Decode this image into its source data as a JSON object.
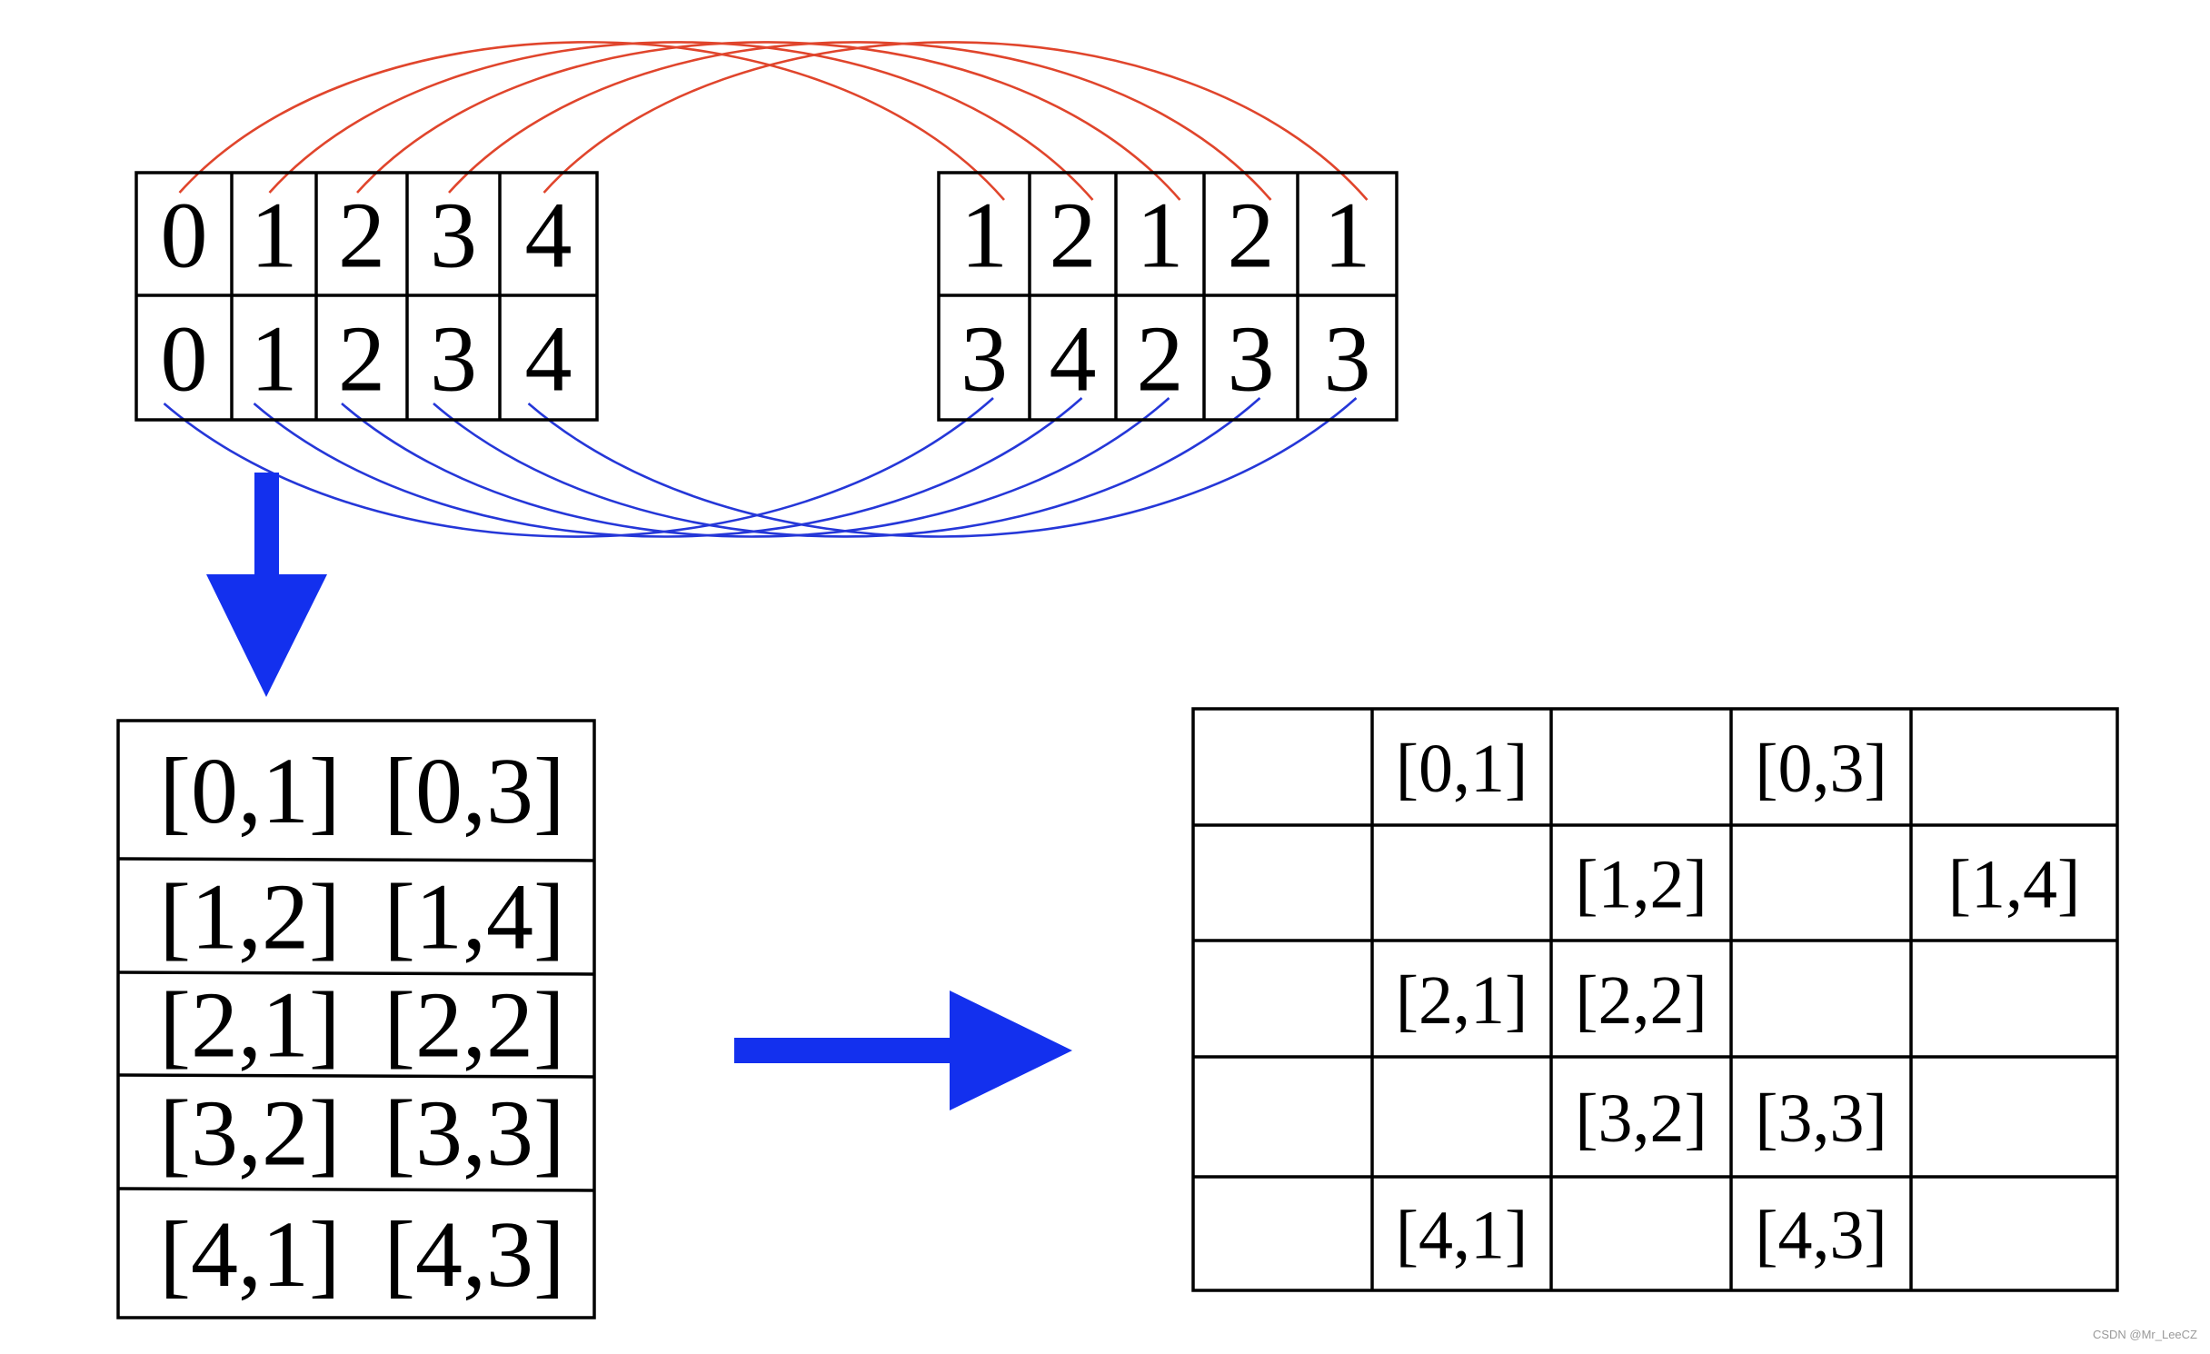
{
  "watermark": "CSDN @Mr_LeeCZ",
  "left_array": {
    "top_row": [
      "0",
      "1",
      "2",
      "3",
      "4"
    ],
    "bottom_row": [
      "0",
      "1",
      "2",
      "3",
      "4"
    ]
  },
  "right_array": {
    "top_row": [
      "1",
      "2",
      "1",
      "2",
      "1"
    ],
    "bottom_row": [
      "3",
      "4",
      "2",
      "3",
      "3"
    ]
  },
  "pair_list": [
    [
      "[0,1]",
      "[0,3]"
    ],
    [
      "[1,2]",
      "[1,4]"
    ],
    [
      "[2,1]",
      "[2,2]"
    ],
    [
      "[3,2]",
      "[3,3]"
    ],
    [
      "[4,1]",
      "[4,3]"
    ]
  ],
  "grid": [
    [
      "",
      "[0,1]",
      "",
      "[0,3]",
      ""
    ],
    [
      "",
      "",
      "[1,2]",
      "",
      "[1,4]"
    ],
    [
      "",
      "[2,1]",
      "[2,2]",
      "",
      ""
    ],
    [
      "",
      "",
      "[3,2]",
      "[3,3]",
      ""
    ],
    [
      "",
      "[4,1]",
      "",
      "[4,3]",
      ""
    ]
  ],
  "colors": {
    "top_links": "#e0452c",
    "bottom_links": "#2537d8",
    "arrow": "#1330ee"
  },
  "connections": {
    "top_row_links": [
      [
        0,
        0
      ],
      [
        1,
        1
      ],
      [
        2,
        2
      ],
      [
        3,
        3
      ],
      [
        4,
        4
      ]
    ],
    "bottom_row_links": [
      [
        0,
        0
      ],
      [
        1,
        1
      ],
      [
        2,
        2
      ],
      [
        3,
        3
      ],
      [
        4,
        4
      ]
    ]
  },
  "arrows": [
    {
      "name": "down-arrow",
      "direction": "down"
    },
    {
      "name": "right-arrow",
      "direction": "right"
    }
  ]
}
